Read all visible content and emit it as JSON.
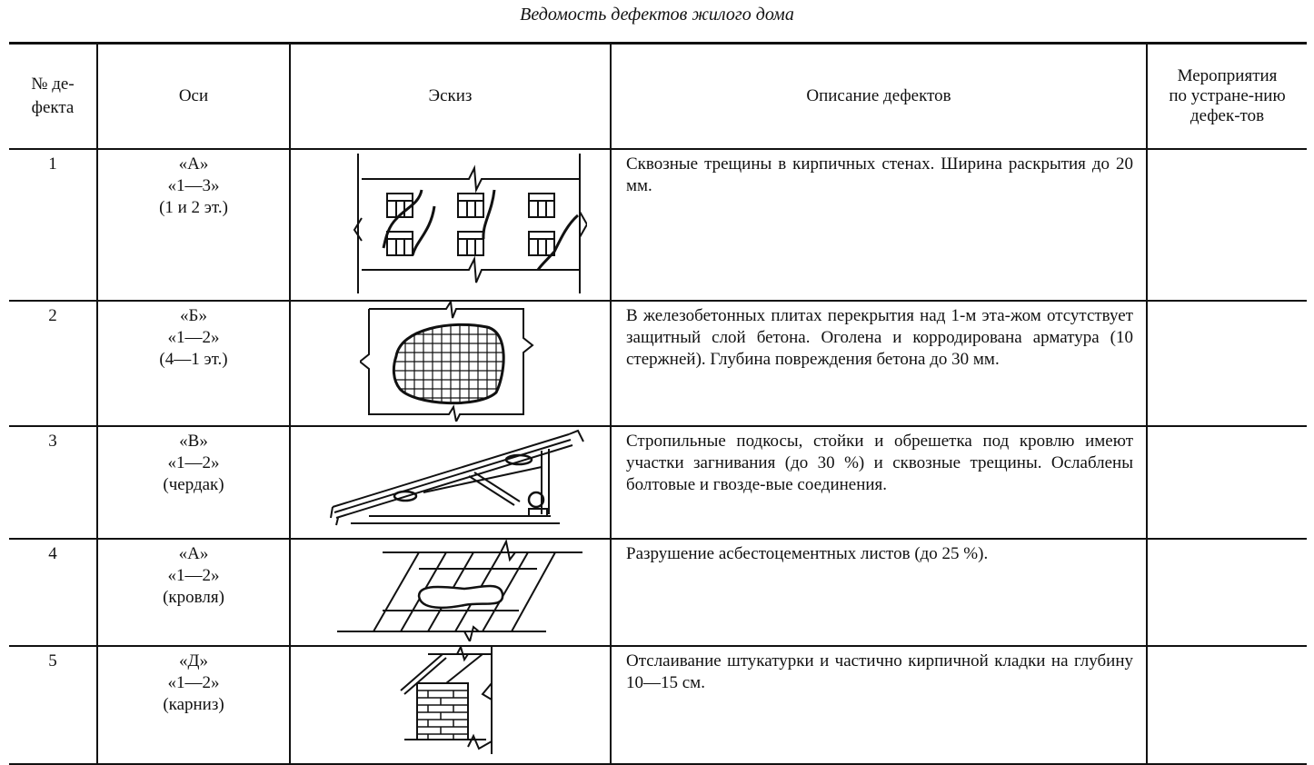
{
  "title": "Ведомость дефектов жилого дома",
  "headers": {
    "num": "№ де-фекта",
    "axes": "Оси",
    "sketch": "Эскиз",
    "description": "Описание дефектов",
    "measures": "Мероприятия по устране-нию дефек-тов"
  },
  "rows": [
    {
      "num": "1",
      "axis1": "«А»",
      "axis2": "«1—3»",
      "axis3": "(1 и 2 эт.)",
      "sketch": "brick-wall-cracks",
      "description": "Сквозные трещины в кирпичных стенах. Ширина раскрытия до 20 мм.",
      "measures": ""
    },
    {
      "num": "2",
      "axis1": "«Б»",
      "axis2": "«1—2»",
      "axis3": "(4—1 эт.)",
      "sketch": "slab-exposed-rebar",
      "description": "В железобетонных плитах перекрытия над 1-м эта-жом отсутствует защитный слой бетона. Оголена и корродирована арматура (10 стержней). Глубина повреждения бетона до 30 мм.",
      "measures": ""
    },
    {
      "num": "3",
      "axis1": "«В»",
      "axis2": "«1—2»",
      "axis3": "(чердак)",
      "sketch": "rafter-structure",
      "description": "Стропильные подкосы, стойки и обрешетка под кровлю имеют участки загнивания (до 30 %) и сквозные трещины. Ослаблены болтовые и гвозде-вые соединения.",
      "measures": ""
    },
    {
      "num": "4",
      "axis1": "«А»",
      "axis2": "«1—2»",
      "axis3": "(кровля)",
      "sketch": "asbestos-roof-sheets",
      "description": "Разрушение асбестоцементных листов (до 25 %).",
      "measures": ""
    },
    {
      "num": "5",
      "axis1": "«Д»",
      "axis2": "«1—2»",
      "axis3": "(карниз)",
      "sketch": "cornice-brickwork",
      "description": "Отслаивание штукатурки и частично кирпичной кладки на глубину 10—15 см.",
      "measures": ""
    }
  ]
}
